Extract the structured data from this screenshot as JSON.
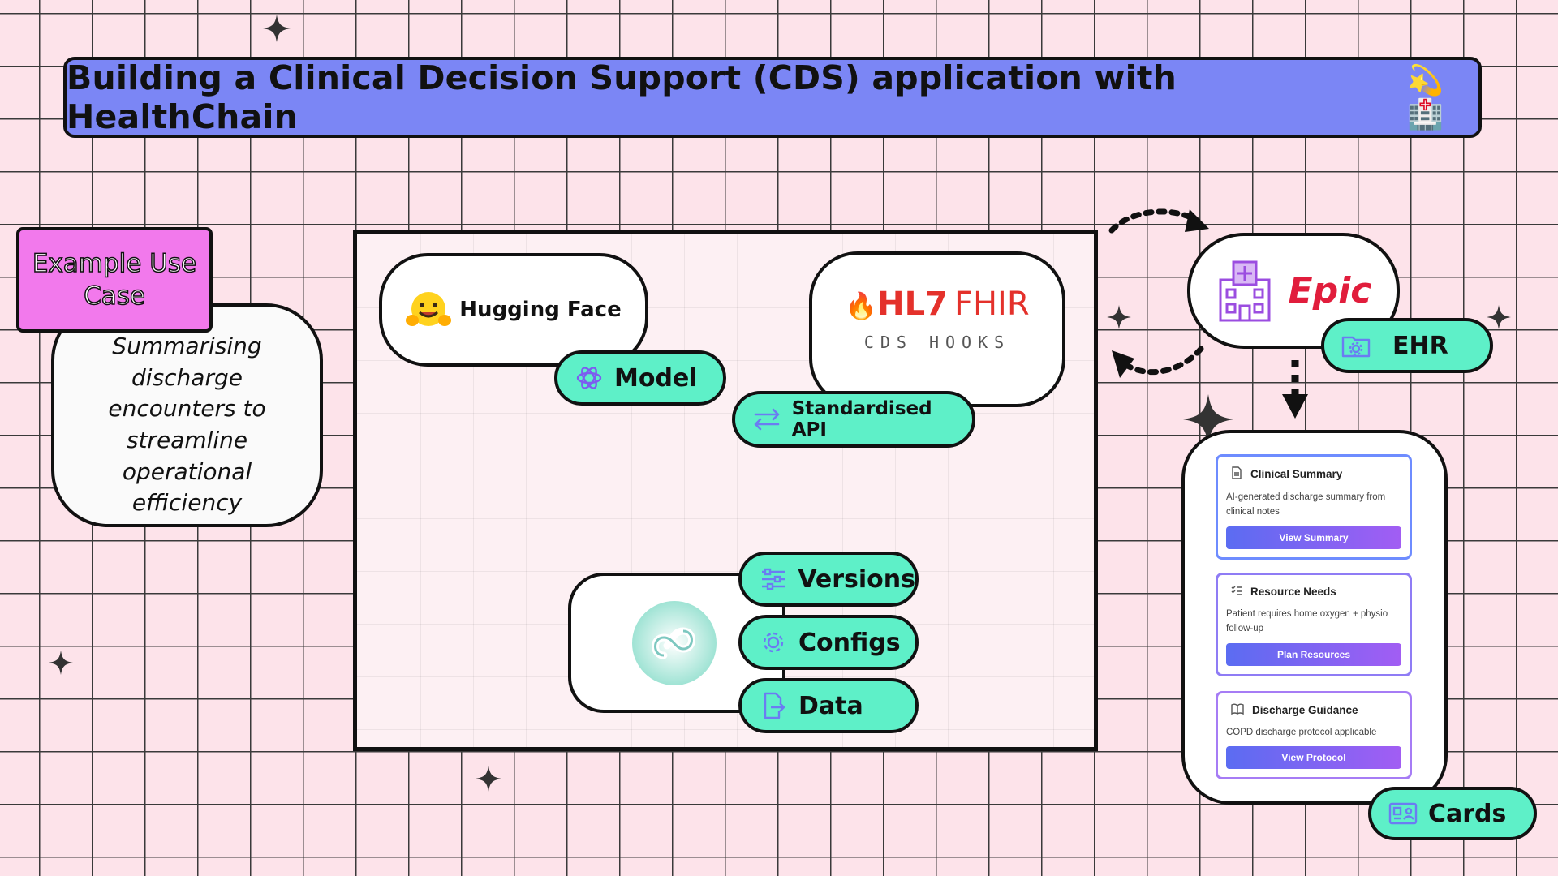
{
  "header": {
    "title": "Building a Clinical Decision Support (CDS) application with HealthChain",
    "emoji": "💫🏥"
  },
  "use_case": {
    "tag": "Example Use Case",
    "description": "Summarising discharge encounters to streamline operational efficiency"
  },
  "model": {
    "provider": "Hugging Face",
    "label": "Model"
  },
  "api": {
    "hl7": "HL7",
    "fhir": "FHIR",
    "cds_hooks": "CDS HOOKS",
    "label": "Standardised API"
  },
  "data_tools": [
    "Versions",
    "Configs",
    "Data"
  ],
  "ehr": {
    "vendor": "Epic",
    "label": "EHR"
  },
  "cards": {
    "label": "Cards",
    "items": [
      {
        "title": "Clinical Summary",
        "description": "AI-generated discharge summary from clinical notes",
        "button": "View Summary"
      },
      {
        "title": "Resource Needs",
        "description": "Patient requires home oxygen + physio follow-up",
        "button": "Plan Resources"
      },
      {
        "title": "Discharge Guidance",
        "description": "COPD discharge protocol applicable",
        "button": "View Protocol"
      }
    ]
  },
  "colors": {
    "background": "#fde3ea",
    "title_bar": "#7b86f5",
    "pill_green": "#5ef0c8",
    "tag_pink": "#f279ec",
    "epic_red": "#e11d3c",
    "hl7_red": "#e4312b"
  }
}
